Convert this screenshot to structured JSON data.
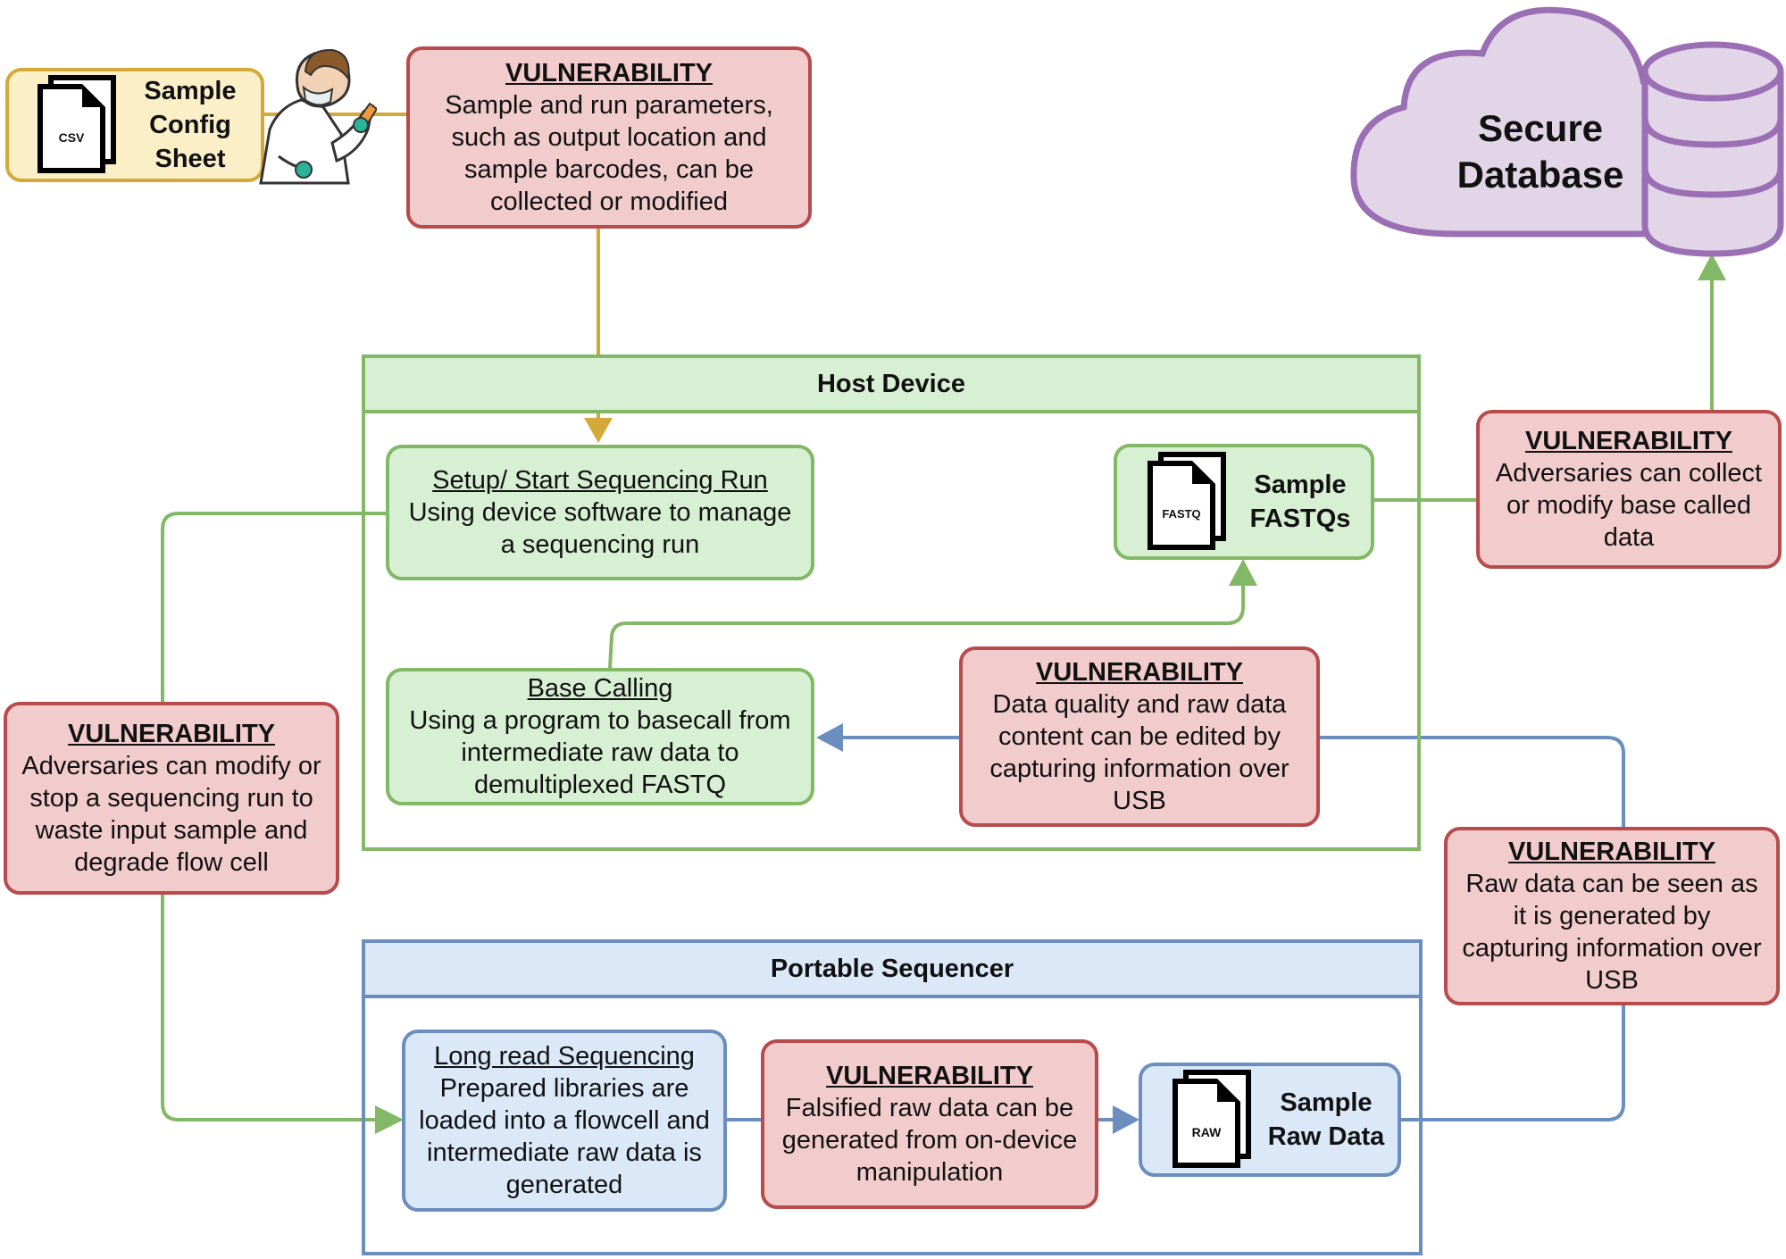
{
  "sample_config": {
    "file_label": "CSV",
    "title_lines": [
      "Sample",
      "Config",
      "Sheet"
    ],
    "icon": "document-icon",
    "person_icon": "scientist-icon"
  },
  "vuln_config": {
    "title": "VULNERABILITY",
    "lines": [
      "Sample and run parameters,",
      "such as output location and",
      "sample barcodes, can be",
      "collected or modified"
    ]
  },
  "database": {
    "title_lines": [
      "Secure",
      "Database"
    ],
    "icon": "cloud-database-icon"
  },
  "host_device": {
    "title": "Host Device"
  },
  "setup_run": {
    "title": "Setup/ Start Sequencing Run",
    "lines": [
      "Using device software to manage",
      "a sequencing run"
    ]
  },
  "sample_fastqs": {
    "file_label": "FASTQ",
    "title_lines": [
      "Sample",
      "FASTQs"
    ]
  },
  "vuln_base_called": {
    "title": "VULNERABILITY",
    "lines": [
      "Adversaries can collect",
      "or modify base called",
      "data"
    ]
  },
  "base_calling": {
    "title": "Base Calling",
    "lines": [
      "Using a program to basecall from",
      "intermediate raw data to",
      "demultiplexed FASTQ"
    ]
  },
  "vuln_usb_edit": {
    "title": "VULNERABILITY",
    "lines": [
      "Data quality and raw data",
      "content can be edited by",
      "capturing information over",
      "USB"
    ]
  },
  "vuln_run": {
    "title": "VULNERABILITY",
    "lines": [
      "Adversaries can modify or",
      "stop a sequencing run to",
      "waste input sample and",
      "degrade flow cell"
    ]
  },
  "vuln_usb_view": {
    "title": "VULNERABILITY",
    "lines": [
      "Raw data can be seen as",
      "it is generated by",
      "capturing information over",
      "USB"
    ]
  },
  "portable_sequencer": {
    "title": "Portable Sequencer"
  },
  "long_read": {
    "title": "Long read Sequencing",
    "lines": [
      "Prepared libraries are",
      "loaded into a flowcell and",
      "intermediate raw data is",
      "generated"
    ]
  },
  "vuln_falsified": {
    "title": "VULNERABILITY",
    "lines": [
      "Falsified raw data can be",
      "generated from on-device",
      "manipulation"
    ]
  },
  "sample_raw": {
    "file_label": "RAW",
    "title_lines": [
      "Sample",
      "Raw Data"
    ]
  },
  "colors": {
    "yellow": "#d5a83a",
    "green": "#82b866",
    "blue": "#6c8ebf",
    "red": "#b84b4b",
    "purple": "#9a6fb3"
  }
}
